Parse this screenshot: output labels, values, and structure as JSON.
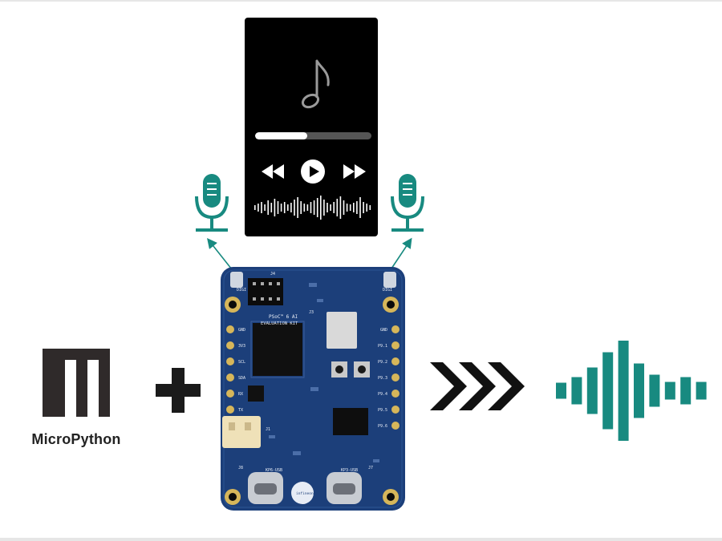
{
  "colors": {
    "accent_teal": "#188a80",
    "player_bg": "#000000",
    "board_blue": "#1c3f7a",
    "logo_dark": "#2f2a2a"
  },
  "player": {
    "icons": [
      "music-note-icon",
      "rewind-icon",
      "play-icon",
      "fast-forward-icon",
      "audio-wave-icon"
    ],
    "progress": 0.45
  },
  "microphones": [
    "microphone-icon",
    "microphone-icon"
  ],
  "logo": {
    "name": "MicroPython"
  },
  "operator": "plus-icon",
  "board": {
    "title_line1": "PSoC™ 6 AI",
    "title_line2": "EVALUATION KIT",
    "brand": "infineon",
    "left_pins": [
      "GND",
      "3V3",
      "SCL",
      "SDA",
      "RX",
      "TX"
    ],
    "right_pins": [
      "GND",
      "P9.1",
      "P9.2",
      "P9.3",
      "P9.4",
      "P9.5",
      "P9.6"
    ],
    "labels": {
      "digi_left": "DIGI",
      "digi_right": "DIGI",
      "usb_left": "KP6-USB",
      "usb_right": "KP3-USB",
      "j_header": "J4",
      "j_right": "J3",
      "j_power": "J1",
      "j_bottom_left": "J8",
      "j_bottom_right": "J7"
    }
  },
  "flow": "chevron-arrows-icon",
  "output": "sound-wave-icon"
}
